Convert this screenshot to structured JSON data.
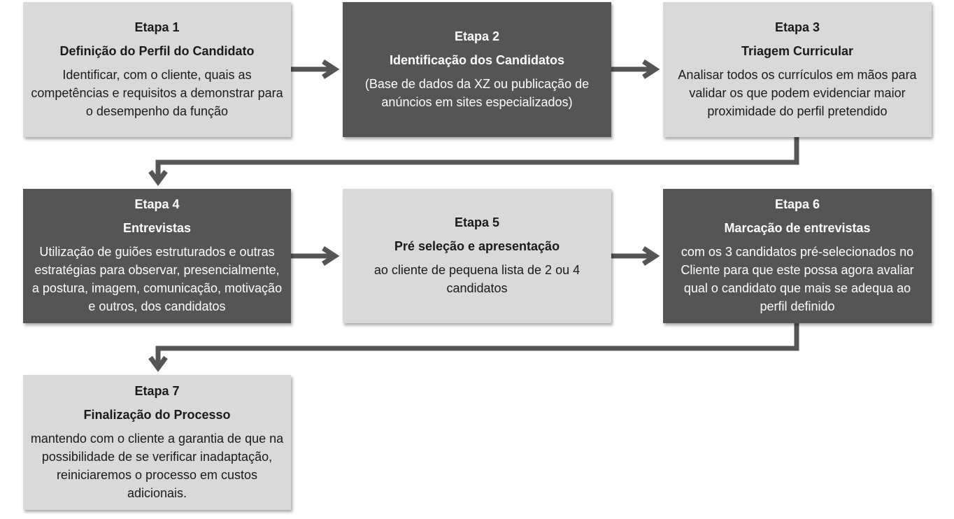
{
  "steps": [
    {
      "step": "Etapa 1",
      "title": "Definição do Perfil do Candidato",
      "desc": "Identificar, com o cliente, quais as competências e requisitos a demonstrar para o desempenho da função",
      "style": "light"
    },
    {
      "step": "Etapa 2",
      "title": "Identificação dos Candidatos",
      "desc": "(Base de dados da XZ ou publicação de anúncios em sites especializados)",
      "style": "dark"
    },
    {
      "step": "Etapa 3",
      "title": "Triagem Curricular",
      "desc": "Analisar todos os currículos em mãos para validar os que  podem evidenciar maior proximidade do perfil pretendido",
      "style": "light"
    },
    {
      "step": "Etapa 4",
      "title": "Entrevistas",
      "desc": "Utilização de guiões estruturados e outras estratégias para observar, presencialmente,  a postura, imagem, comunicação, motivação e outros, dos candidatos",
      "style": "dark"
    },
    {
      "step": "Etapa 5",
      "title": "Pré seleção e apresentação",
      "desc": "ao cliente de pequena lista de 2 ou 4 candidatos",
      "style": "light"
    },
    {
      "step": "Etapa 6",
      "title": "Marcação de  entrevistas",
      "desc": "com os 3 candidatos pré-selecionados no Cliente para que este possa agora avaliar qual o candidato que mais se adequa ao perfil definido",
      "style": "dark"
    },
    {
      "step": "Etapa 7",
      "title": "Finalização do Processo",
      "desc": "mantendo com o cliente a garantia de que na possibilidade de se verificar inadaptação, reiniciaremos o processo em custos adicionais.",
      "style": "light"
    }
  ],
  "colors": {
    "light_box": "#d9d9d9",
    "dark_box": "#555555",
    "arrow": "#555555"
  }
}
